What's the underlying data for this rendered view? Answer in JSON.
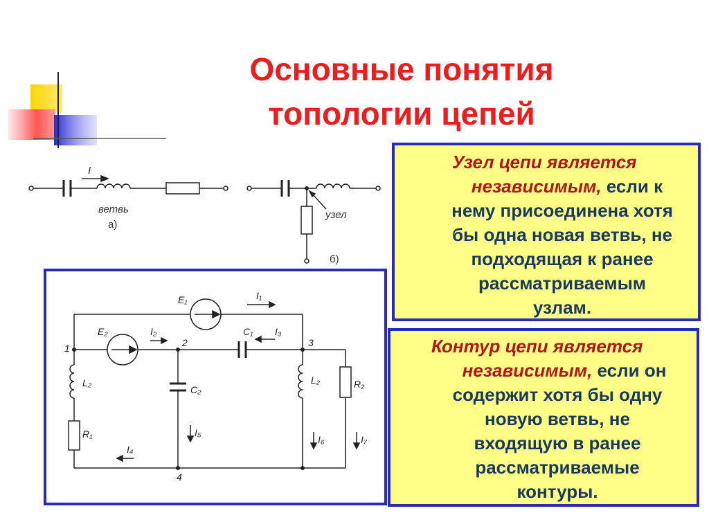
{
  "title": {
    "line1": "Основные понятия",
    "line2": "топологии цепей"
  },
  "colors": {
    "title": "#ee1c1c",
    "box_fill": "#ffff88",
    "box_border": "#2a2ab8",
    "emphasis": "#b01818",
    "body_text": "#1a3a5c"
  },
  "figure_a": {
    "current_label": "I",
    "branch_label": "ветвь",
    "caption": "а)"
  },
  "figure_b": {
    "node_label": "узел",
    "caption": "б)"
  },
  "circuit": {
    "labels": {
      "E1": "E₁",
      "E2": "E₂",
      "C1": "C₁",
      "C2": "C₂",
      "L2a": "L₂",
      "L2b": "L₂",
      "R1": "R₁",
      "R2": "R₂",
      "I1": "I₁",
      "I2": "I₂",
      "I3": "I₃",
      "I4": "I₄",
      "I5": "I₅",
      "I6": "I₆",
      "I7": "I₇",
      "n1": "1",
      "n2": "2",
      "n3": "3",
      "n4": "4"
    }
  },
  "node_box": {
    "emphasis1": "Узел цепи является",
    "emphasis2": "независимым,",
    "line2_rest": " если к",
    "line3": "нему присоединена хотя",
    "line4": "бы одна новая ветвь, не",
    "line5": "подходящая к ранее",
    "line6": "рассматриваемым",
    "line7": "узлам."
  },
  "loop_box": {
    "emphasis1": "Контур цепи является",
    "emphasis2": "независимым,",
    "line2_rest": " если он",
    "line3": "содержит хотя бы одну",
    "line4": "новую ветвь, не",
    "line5": "входящую в ранее",
    "line6": "рассматриваемые",
    "line7": "контуры."
  }
}
